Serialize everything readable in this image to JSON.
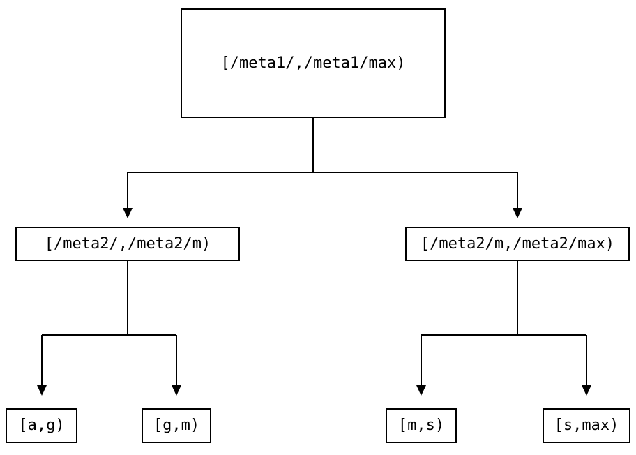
{
  "tree": {
    "root": {
      "label": "[/meta1/,/meta1/max)",
      "children": [
        {
          "label": "[/meta2/,/meta2/m)",
          "children": [
            {
              "label": "[a,g)"
            },
            {
              "label": "[g,m)"
            }
          ]
        },
        {
          "label": "[/meta2/m,/meta2/max)",
          "children": [
            {
              "label": "[m,s)"
            },
            {
              "label": "[s,max)"
            }
          ]
        }
      ]
    }
  },
  "colors": {
    "background": "#ffffff",
    "box_border": "#000000",
    "connector_line": "#000000",
    "arrowhead": "#000000",
    "text": "#000000"
  }
}
